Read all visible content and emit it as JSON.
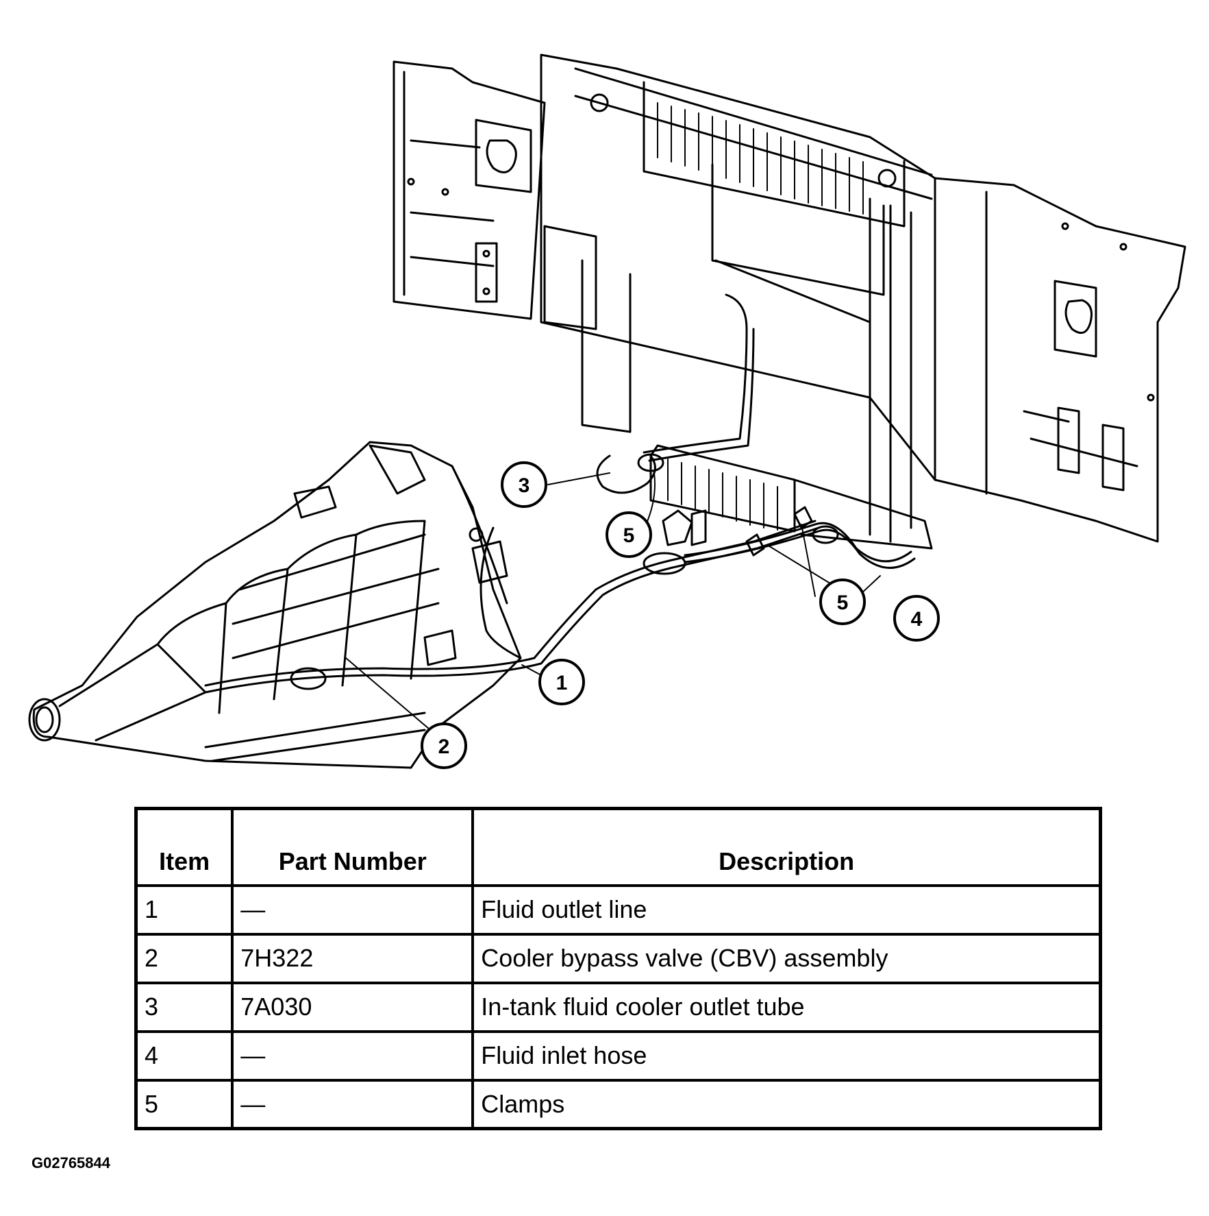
{
  "callouts": {
    "c1": "1",
    "c2": "2",
    "c3": "3",
    "c4": "4",
    "c5_upper": "5",
    "c5_lower": "5"
  },
  "table": {
    "headers": {
      "item": "Item",
      "part_number": "Part Number",
      "description": "Description"
    },
    "rows": [
      {
        "item": "1",
        "part_number": "—",
        "description": "Fluid outlet line"
      },
      {
        "item": "2",
        "part_number": "7H322",
        "description": "Cooler bypass valve (CBV) assembly"
      },
      {
        "item": "3",
        "part_number": "7A030",
        "description": "In-tank fluid cooler outlet tube"
      },
      {
        "item": "4",
        "part_number": "—",
        "description": "Fluid inlet hose"
      },
      {
        "item": "5",
        "part_number": "—",
        "description": "Clamps"
      }
    ]
  },
  "figure_id": "G02765844"
}
